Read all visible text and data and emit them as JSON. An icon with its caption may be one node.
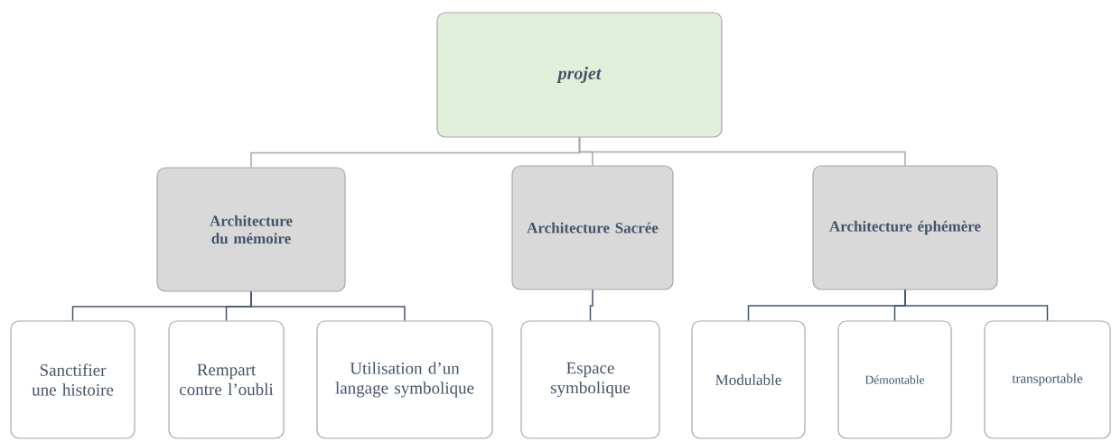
{
  "diagram": {
    "nodes": [
      {
        "text": [
          "projet"
        ]
      },
      {
        "text": [
          "Architecture du mémoire"
        ]
      },
      {
        "text": [
          "Architecture Sacrée"
        ]
      },
      {
        "text": [
          "Architecture éphémère"
        ]
      },
      {
        "text": [
          "Sanctifier une histoire"
        ]
      },
      {
        "text": [
          "Rempart contre l’oubli"
        ]
      },
      {
        "text": [
          "Utilisation d’un langage symbolique"
        ]
      },
      {
        "text": [
          "Espace symbolique"
        ]
      },
      {
        "text": [
          "Modulable"
        ]
      },
      {
        "text": [
          "Démontable"
        ]
      },
      {
        "text": [
          "transportable"
        ]
      }
    ],
    "edges": [
      {
        "from": 0,
        "to": 1,
        "arrow": "none",
        "color": "#a6a6a6"
      },
      {
        "from": 0,
        "to": 2,
        "arrow": "none",
        "color": "#a6a6a6"
      },
      {
        "from": 0,
        "to": 3,
        "arrow": "none",
        "color": "#a6a6a6"
      },
      {
        "from": 1,
        "to": 4,
        "arrow": "none"
      },
      {
        "from": 1,
        "to": 5,
        "arrow": "none"
      },
      {
        "from": 1,
        "to": 6,
        "arrow": "none"
      },
      {
        "from": 2,
        "to": 7,
        "arrow": "none"
      },
      {
        "from": 3,
        "to": 8,
        "arrow": "none"
      },
      {
        "from": 3,
        "to": 9,
        "arrow": "none"
      },
      {
        "from": 3,
        "to": 10,
        "arrow": "none"
      }
    ]
  }
}
